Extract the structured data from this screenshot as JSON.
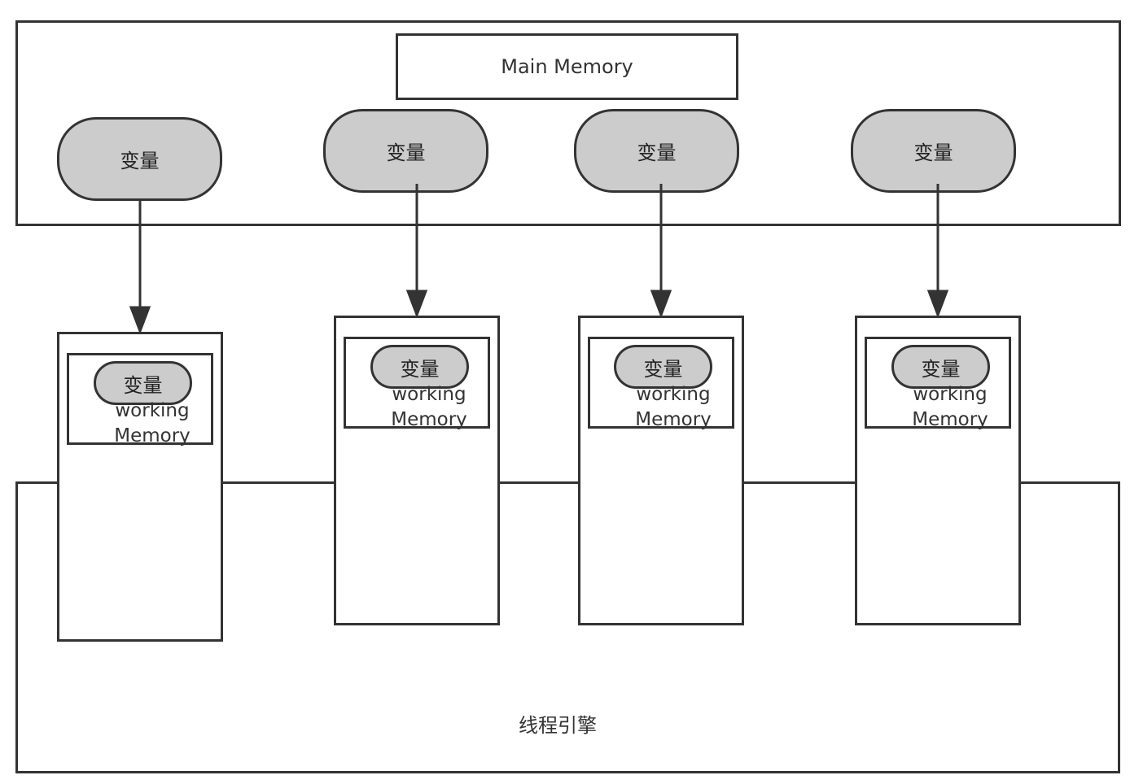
{
  "main_memory": {
    "title": "Main Memory",
    "variables": [
      "变量",
      "变量",
      "变量",
      "变量"
    ]
  },
  "threads": [
    {
      "variable": "变量",
      "working_line1": "working",
      "working_line2": "Memory"
    },
    {
      "variable": "变量",
      "working_line1": "working",
      "working_line2": "Memory"
    },
    {
      "variable": "变量",
      "working_line1": "working",
      "working_line2": "Memory"
    },
    {
      "variable": "变量",
      "working_line1": "working",
      "working_line2": "Memory"
    }
  ],
  "engine": {
    "label": "线程引擎"
  },
  "colors": {
    "stroke": "#333333",
    "pill_fill": "#cccccc",
    "background": "#ffffff"
  }
}
